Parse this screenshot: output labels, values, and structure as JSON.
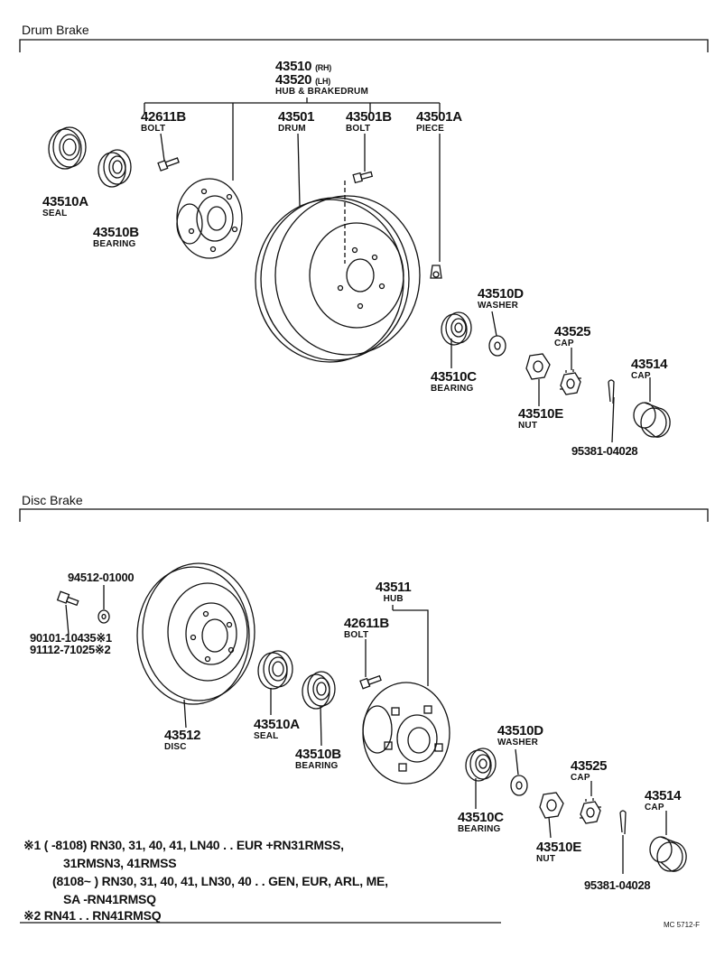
{
  "sections": {
    "drum": "Drum Brake",
    "disc": "Disc Brake"
  },
  "drum": {
    "hub_rh_num": "43510",
    "hub_rh_side": "(RH)",
    "hub_lh_num": "43520",
    "hub_lh_side": "(LH)",
    "hub_desc": "HUB & BRAKEDRUM",
    "bolt_num": "42611B",
    "bolt_desc": "BOLT",
    "drum_num": "43501",
    "drum_desc": "DRUM",
    "drum_bolt_num": "43501B",
    "drum_bolt_desc": "BOLT",
    "piece_num": "43501A",
    "piece_desc": "PIECE",
    "seal_num": "43510A",
    "seal_desc": "SEAL",
    "bearing_b_num": "43510B",
    "bearing_b_desc": "BEARING",
    "washer_num": "43510D",
    "washer_desc": "WASHER",
    "bearing_c_num": "43510C",
    "bearing_c_desc": "BEARING",
    "cap_nut_num": "43525",
    "cap_nut_desc": "CAP",
    "cap_num": "43514",
    "cap_desc": "CAP",
    "nut_num": "43510E",
    "nut_desc": "NUT",
    "pin_num": "95381-04028"
  },
  "disc": {
    "washer_part": "94512-01000",
    "bolt_part_1": "90101-10435※1",
    "bolt_part_2": "91112-71025※2",
    "hub_num": "43511",
    "hub_desc": "HUB",
    "bolt_num": "42611B",
    "bolt_desc": "BOLT",
    "disc_num": "43512",
    "disc_desc": "DISC",
    "seal_num": "43510A",
    "seal_desc": "SEAL",
    "bearing_b_num": "43510B",
    "bearing_b_desc": "BEARING",
    "washer_num": "43510D",
    "washer_desc": "WASHER",
    "bearing_c_num": "43510C",
    "bearing_c_desc": "BEARING",
    "cap_nut_num": "43525",
    "cap_nut_desc": "CAP",
    "cap_num": "43514",
    "cap_desc": "CAP",
    "nut_num": "43510E",
    "nut_desc": "NUT",
    "pin_num": "95381-04028"
  },
  "notes": {
    "n1_line1": "※1 (       -8108) RN30, 31, 40, 41, LN40 . . EUR +RN31RMSS,",
    "n1_line2": "31RMSN3, 41RMSS",
    "n1_line3": "(8108~        ) RN30, 31, 40, 41, LN30, 40 . . GEN, EUR, ARL, ME,",
    "n1_line4": "SA -RN41RMSQ",
    "n2_line1": "※2 RN41 . . RN41RMSQ"
  },
  "figure_code": "MC 5712-F"
}
